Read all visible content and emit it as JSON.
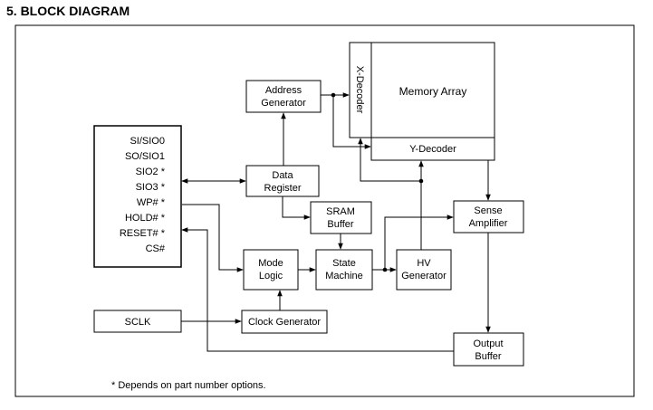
{
  "title": "5. BLOCK DIAGRAM",
  "blocks": {
    "address_generator": [
      "Address",
      "Generator"
    ],
    "x_decoder": "X-Decoder",
    "memory_array": "Memory Array",
    "y_decoder": "Y-Decoder",
    "data_register": [
      "Data",
      "Register"
    ],
    "sram_buffer": [
      "SRAM",
      "Buffer"
    ],
    "sense_amplifier": [
      "Sense",
      "Amplifier"
    ],
    "mode_logic": [
      "Mode",
      "Logic"
    ],
    "state_machine": [
      "State",
      "Machine"
    ],
    "hv_generator": [
      "HV",
      "Generator"
    ],
    "clock_generator": "Clock Generator",
    "output_buffer": [
      "Output",
      "Buffer"
    ],
    "sclk": "SCLK"
  },
  "pins": [
    "SI/SIO0",
    "SO/SIO1",
    "SIO2 *",
    "SIO3 *",
    "WP# *",
    "HOLD# *",
    "RESET# *",
    "CS#"
  ],
  "footnote": "* Depends on part number options."
}
